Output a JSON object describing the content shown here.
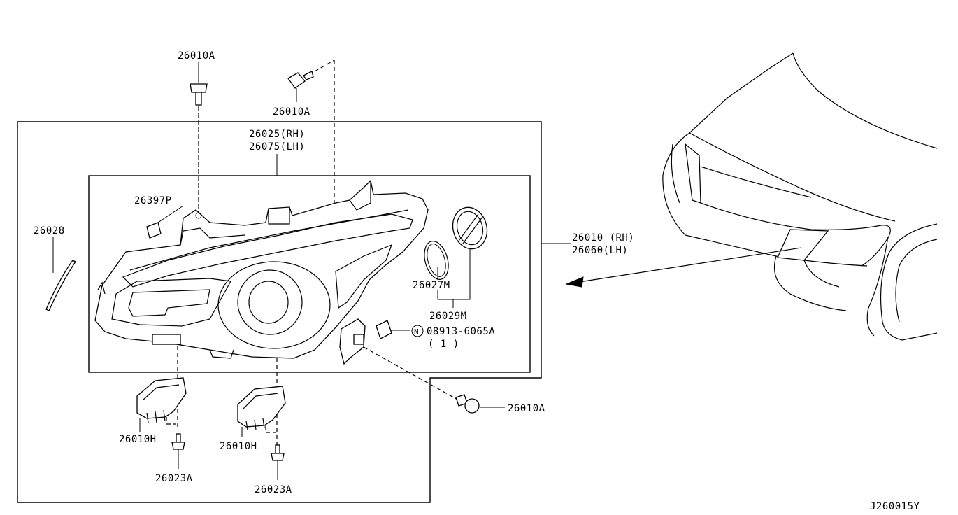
{
  "labels": {
    "bolt_top_left": "26010A",
    "bolt_top_right": "26010A",
    "housing_rh": "26025(RH)",
    "housing_lh": "26075(LH)",
    "bulb_socket": "26397P",
    "trim_strip": "26028",
    "assembly_rh": "26010 (RH)",
    "assembly_lh": "26060(LH)",
    "oring": "26027M",
    "cap_set": "26029M",
    "nut_part": "08913-6065A",
    "nut_qty": "( 1 )",
    "nut_symbol": "N",
    "bolt_right": "26010A",
    "bracket_left": "26010H",
    "bracket_right": "26010H",
    "screw_left": "26023A",
    "screw_right": "26023A",
    "diagram_code": "J260015Y"
  }
}
